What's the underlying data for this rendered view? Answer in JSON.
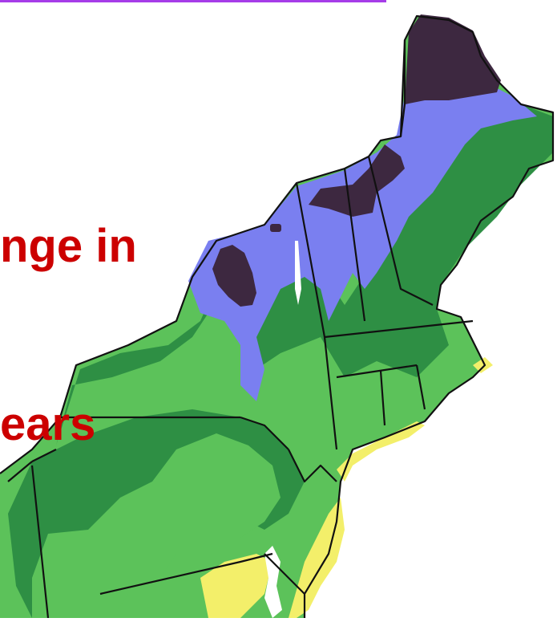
{
  "title_fragment": {
    "line1": "nge in",
    "line2": "ears"
  },
  "colors": {
    "title_red": "#cc0000",
    "top_rule_purple": "#a63ce8",
    "zone_dark_purple": "#3d2840",
    "zone_lavender": "#7a7ff0",
    "zone_dark_green": "#2e8f44",
    "zone_light_green": "#5cc25a",
    "zone_yellow": "#f3ef6a",
    "state_border": "#111111",
    "water_white": "#ffffff"
  },
  "map": {
    "region": "northeast-us-states",
    "zones": [
      "dark-purple",
      "lavender",
      "dark-green",
      "light-green",
      "yellow"
    ]
  }
}
